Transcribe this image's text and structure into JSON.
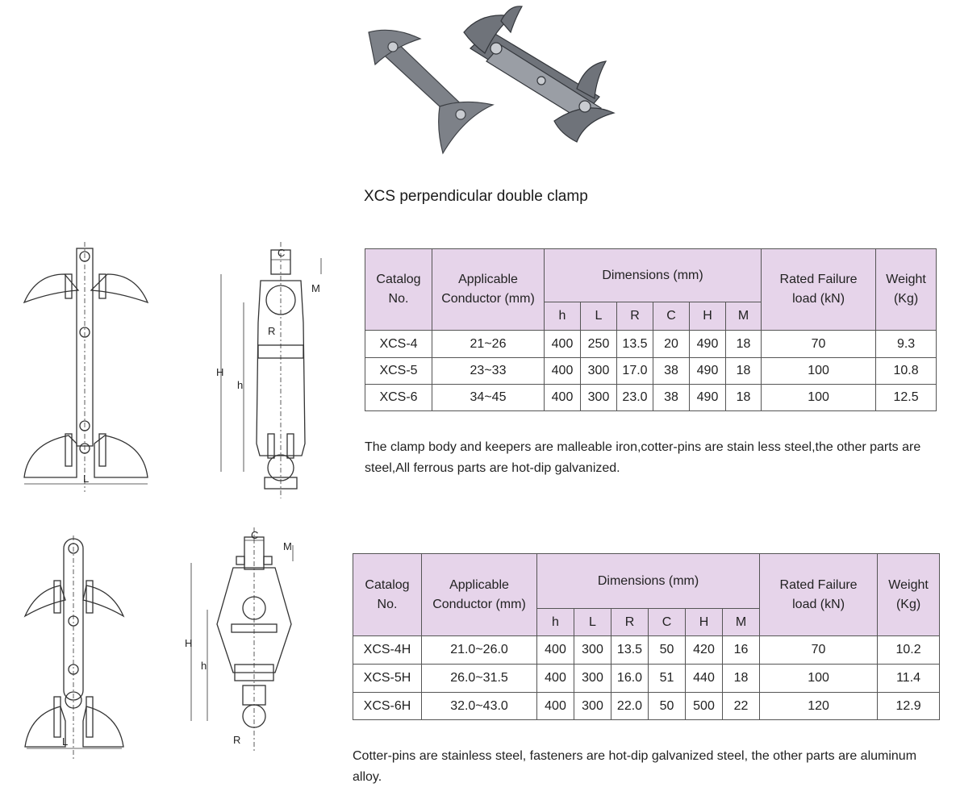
{
  "caption": "XCS perpendicular double clamp",
  "tables": [
    {
      "headers": {
        "catalog_line1": "Catalog",
        "catalog_line2": "No.",
        "conductor_line1": "Applicable",
        "conductor_line2": "Conductor (mm)",
        "dimensions": "Dimensions (mm)",
        "dims": [
          "h",
          "L",
          "R",
          "C",
          "H",
          "M"
        ],
        "load_line1": "Rated Failure",
        "load_line2": "load (kN)",
        "weight_line1": "Weight",
        "weight_line2": "(Kg)"
      },
      "rows": [
        [
          "XCS-4",
          "21~26",
          "400",
          "250",
          "13.5",
          "20",
          "490",
          "18",
          "70",
          "9.3"
        ],
        [
          "XCS-5",
          "23~33",
          "400",
          "300",
          "17.0",
          "38",
          "490",
          "18",
          "100",
          "10.8"
        ],
        [
          "XCS-6",
          "34~45",
          "400",
          "300",
          "23.0",
          "38",
          "490",
          "18",
          "100",
          "12.5"
        ]
      ],
      "note": "The clamp body and keepers are malleable iron,cotter-pins are stain less steel,the other parts are steel,All ferrous parts are hot-dip galvanized."
    },
    {
      "headers": {
        "catalog_line1": "Catalog",
        "catalog_line2": "No.",
        "conductor_line1": "Applicable",
        "conductor_line2": "Conductor (mm)",
        "dimensions": "Dimensions (mm)",
        "dims": [
          "h",
          "L",
          "R",
          "C",
          "H",
          "M"
        ],
        "load_line1": "Rated Failure",
        "load_line2": "load (kN)",
        "weight_line1": "Weight",
        "weight_line2": "(Kg)"
      },
      "rows": [
        [
          "XCS-4H",
          "21.0~26.0",
          "400",
          "300",
          "13.5",
          "50",
          "420",
          "16",
          "70",
          "10.2"
        ],
        [
          "XCS-5H",
          "26.0~31.5",
          "400",
          "300",
          "16.0",
          "51",
          "440",
          "18",
          "100",
          "11.4"
        ],
        [
          "XCS-6H",
          "32.0~43.0",
          "400",
          "300",
          "22.0",
          "50",
          "500",
          "22",
          "120",
          "12.9"
        ]
      ],
      "note": "Cotter-pins are stainless steel, fasteners are hot-dip galvanized steel, the other parts are aluminum alloy."
    }
  ],
  "drawing_labels": {
    "length": "L",
    "height": "H",
    "h": "h",
    "radius": "R",
    "c": "C",
    "m": "M"
  },
  "colors": {
    "header_bg": "#e6d4ea",
    "metal": "#8a8e94",
    "line": "#333333"
  }
}
